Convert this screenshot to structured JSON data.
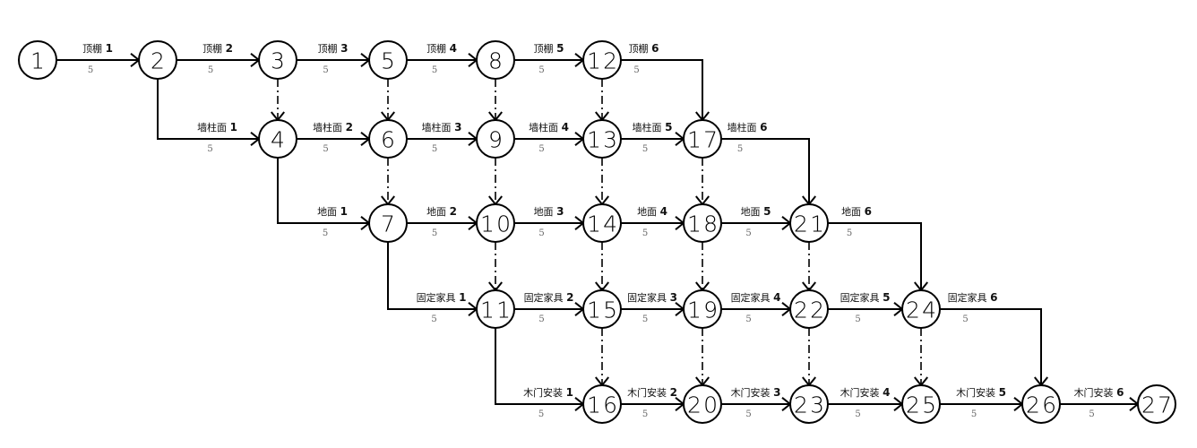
{
  "title": "双代号网络图",
  "nodes": [
    {
      "id": "1",
      "col": 0,
      "row": 0
    },
    {
      "id": "2",
      "col": 1,
      "row": 0
    },
    {
      "id": "3",
      "col": 2,
      "row": 0
    },
    {
      "id": "4",
      "col": 2,
      "row": 1
    },
    {
      "id": "5",
      "col": 3,
      "row": 0
    },
    {
      "id": "6",
      "col": 3,
      "row": 1
    },
    {
      "id": "7",
      "col": 3,
      "row": 2
    },
    {
      "id": "8",
      "col": 4,
      "row": 0
    },
    {
      "id": "9",
      "col": 4,
      "row": 1
    },
    {
      "id": "10",
      "col": 4,
      "row": 2
    },
    {
      "id": "11",
      "col": 4,
      "row": 3
    },
    {
      "id": "12",
      "col": 5,
      "row": 0
    },
    {
      "id": "13",
      "col": 5,
      "row": 1
    },
    {
      "id": "14",
      "col": 5,
      "row": 2
    },
    {
      "id": "15",
      "col": 5,
      "row": 3
    },
    {
      "id": "16",
      "col": 5,
      "row": 4
    },
    {
      "id": "17",
      "col": 6,
      "row": 1
    },
    {
      "id": "18",
      "col": 6,
      "row": 2
    },
    {
      "id": "19",
      "col": 6,
      "row": 3
    },
    {
      "id": "20",
      "col": 6,
      "row": 4
    },
    {
      "id": "21",
      "col": 7,
      "row": 2
    },
    {
      "id": "22",
      "col": 7,
      "row": 3
    },
    {
      "id": "23",
      "col": 7,
      "row": 4
    },
    {
      "id": "24",
      "col": 8,
      "row": 3
    },
    {
      "id": "25",
      "col": 8,
      "row": 4
    },
    {
      "id": "26",
      "col": 9,
      "row": 4
    },
    {
      "id": "27",
      "col": 10,
      "row": 4
    }
  ],
  "activities": [
    {
      "from": "1",
      "to": "2",
      "name": "顶棚",
      "seq": "1",
      "duration": "5"
    },
    {
      "from": "2",
      "to": "3",
      "name": "顶棚",
      "seq": "2",
      "duration": "5"
    },
    {
      "from": "3",
      "to": "5",
      "name": "顶棚",
      "seq": "3",
      "duration": "5"
    },
    {
      "from": "5",
      "to": "8",
      "name": "顶棚",
      "seq": "4",
      "duration": "5"
    },
    {
      "from": "8",
      "to": "12",
      "name": "顶棚",
      "seq": "5",
      "duration": "5"
    },
    {
      "from": "12",
      "to": "17",
      "name": "顶棚",
      "seq": "6",
      "duration": "5"
    },
    {
      "from": "2",
      "to": "4",
      "name": "墙柱面",
      "seq": "1",
      "duration": "5"
    },
    {
      "from": "4",
      "to": "6",
      "name": "墙柱面",
      "seq": "2",
      "duration": "5"
    },
    {
      "from": "6",
      "to": "9",
      "name": "墙柱面",
      "seq": "3",
      "duration": "5"
    },
    {
      "from": "9",
      "to": "13",
      "name": "墙柱面",
      "seq": "4",
      "duration": "5"
    },
    {
      "from": "13",
      "to": "17",
      "name": "墙柱面",
      "seq": "5",
      "duration": "5"
    },
    {
      "from": "17",
      "to": "21",
      "name": "墙柱面",
      "seq": "6",
      "duration": "5"
    },
    {
      "from": "4",
      "to": "7",
      "name": "地面",
      "seq": "1",
      "duration": "5"
    },
    {
      "from": "7",
      "to": "10",
      "name": "地面",
      "seq": "2",
      "duration": "5"
    },
    {
      "from": "10",
      "to": "14",
      "name": "地面",
      "seq": "3",
      "duration": "5"
    },
    {
      "from": "14",
      "to": "18",
      "name": "地面",
      "seq": "4",
      "duration": "5"
    },
    {
      "from": "18",
      "to": "21",
      "name": "地面",
      "seq": "5",
      "duration": "5"
    },
    {
      "from": "21",
      "to": "24",
      "name": "地面",
      "seq": "6",
      "duration": "5"
    },
    {
      "from": "7",
      "to": "11",
      "name": "固定家具",
      "seq": "1",
      "duration": "5"
    },
    {
      "from": "11",
      "to": "15",
      "name": "固定家具",
      "seq": "2",
      "duration": "5"
    },
    {
      "from": "15",
      "to": "19",
      "name": "固定家具",
      "seq": "3",
      "duration": "5"
    },
    {
      "from": "19",
      "to": "22",
      "name": "固定家具",
      "seq": "4",
      "duration": "5"
    },
    {
      "from": "22",
      "to": "24",
      "name": "固定家具",
      "seq": "5",
      "duration": "5"
    },
    {
      "from": "24",
      "to": "26",
      "name": "固定家具",
      "seq": "6",
      "duration": "5"
    },
    {
      "from": "11",
      "to": "16",
      "name": "木门安装",
      "seq": "1",
      "duration": "5"
    },
    {
      "from": "16",
      "to": "20",
      "name": "木门安装",
      "seq": "2",
      "duration": "5"
    },
    {
      "from": "20",
      "to": "23",
      "name": "木门安装",
      "seq": "3",
      "duration": "5"
    },
    {
      "from": "23",
      "to": "25",
      "name": "木门安装",
      "seq": "4",
      "duration": "5"
    },
    {
      "from": "25",
      "to": "26",
      "name": "木门安装",
      "seq": "5",
      "duration": "5"
    },
    {
      "from": "26",
      "to": "27",
      "name": "木门安装",
      "seq": "6",
      "duration": "5"
    }
  ],
  "dummies": [
    {
      "from": "3",
      "to": "4"
    },
    {
      "from": "5",
      "to": "6"
    },
    {
      "from": "6",
      "to": "7"
    },
    {
      "from": "8",
      "to": "9"
    },
    {
      "from": "9",
      "to": "10"
    },
    {
      "from": "10",
      "to": "11"
    },
    {
      "from": "12",
      "to": "13"
    },
    {
      "from": "13",
      "to": "14"
    },
    {
      "from": "14",
      "to": "15"
    },
    {
      "from": "15",
      "to": "16"
    },
    {
      "from": "17",
      "to": "18"
    },
    {
      "from": "18",
      "to": "19"
    },
    {
      "from": "19",
      "to": "20"
    },
    {
      "from": "21",
      "to": "22"
    },
    {
      "from": "22",
      "to": "23"
    },
    {
      "from": "24",
      "to": "25"
    }
  ]
}
